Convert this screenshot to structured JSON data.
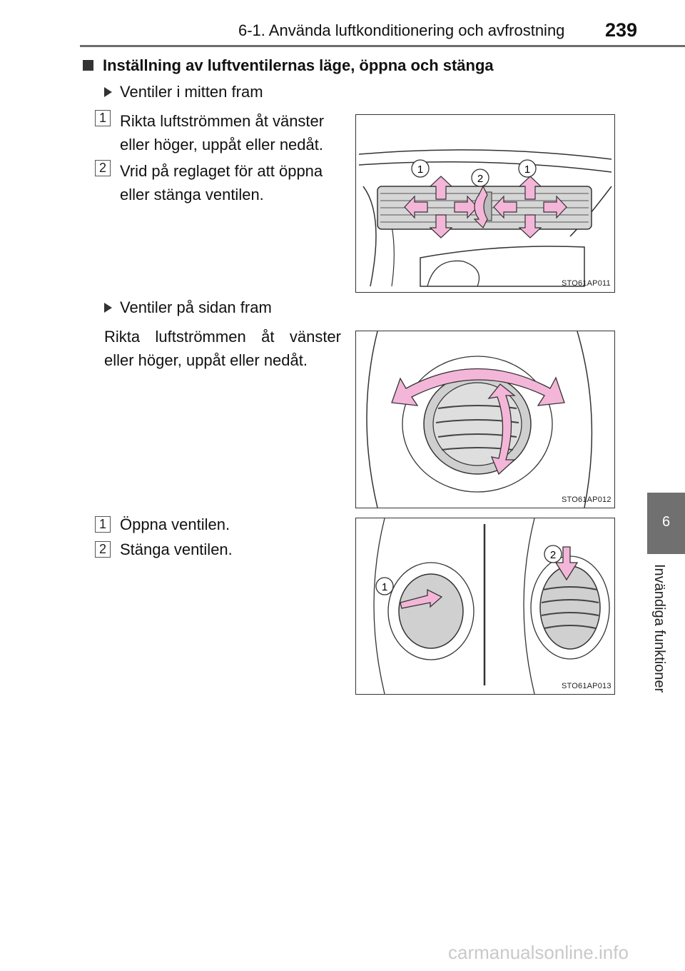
{
  "header": {
    "section": "6-1. Använda luftkonditionering och avfrostning",
    "page_number": "239"
  },
  "side_tab": {
    "chapter_number": "6",
    "chapter_title": "Invändiga funktioner"
  },
  "heading": "Inställning av luftventilernas läge, öppna och stänga",
  "section_center": {
    "title": "Ventiler i mitten fram",
    "steps": [
      {
        "badge": "1",
        "text_line1": "Rikta luftströmmen åt vänster",
        "text_line2": "eller höger, uppåt eller nedåt."
      },
      {
        "badge": "2",
        "text_line1": "Vrid på reglaget för att öppna",
        "text_line2": "eller stänga ventilen."
      }
    ],
    "figure_code": "STO61AP011",
    "figure_labels": [
      "1",
      "2",
      "1"
    ]
  },
  "section_side": {
    "title": "Ventiler på sidan fram",
    "text_line1": "Rikta luftströmmen åt vänster",
    "text_line2": "eller höger, uppåt eller nedåt.",
    "figure_code": "STO61AP012"
  },
  "section_open_close": {
    "steps": [
      {
        "badge": "1",
        "text": "Öppna ventilen."
      },
      {
        "badge": "2",
        "text": "Stänga ventilen."
      }
    ],
    "figure_code": "STO61AP013",
    "figure_labels": [
      "1",
      "2"
    ]
  },
  "watermark": "carmanualsonline.info",
  "colors": {
    "arrow_fill": "#f4b6d8",
    "rule": "#6d6d6d",
    "tab": "#707070"
  }
}
